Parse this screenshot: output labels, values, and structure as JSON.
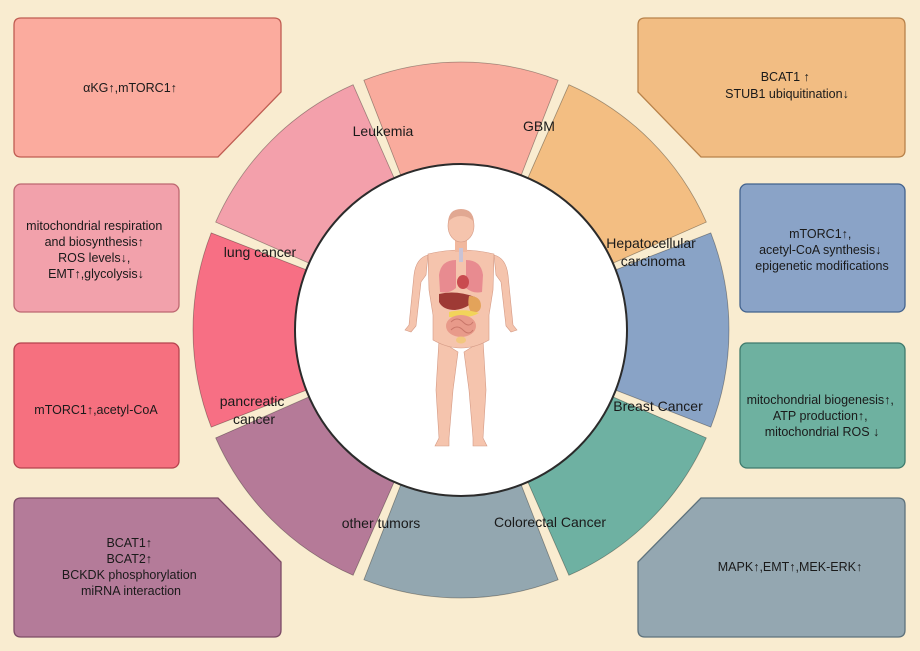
{
  "segments": [
    {
      "id": "leukemia",
      "lines": [
        "Leukemia"
      ],
      "color": "#f9ab9d"
    },
    {
      "id": "gbm",
      "lines": [
        "GBM"
      ],
      "color": "#f3be82"
    },
    {
      "id": "hcc",
      "lines": [
        "Hepatocellular",
        "carcinoma"
      ],
      "color": "#89a3c6"
    },
    {
      "id": "breast",
      "lines": [
        "Breast Cancer"
      ],
      "color": "#6eb1a2"
    },
    {
      "id": "colorectal",
      "lines": [
        "Colorectal Cancer"
      ],
      "color": "#93a7b0"
    },
    {
      "id": "other",
      "lines": [
        "other tumors"
      ],
      "color": "#b57a98"
    },
    {
      "id": "pancreatic",
      "lines": [
        "pancreatic",
        "cancer"
      ],
      "color": "#f76f84"
    },
    {
      "id": "lung",
      "lines": [
        "lung cancer"
      ],
      "color": "#f3a0ab"
    }
  ],
  "boxes": [
    {
      "id": "leukemia",
      "lines": [
        "αKG↑,mTORC1↑"
      ],
      "fill": "#fbab9e",
      "stroke": "#c05d52"
    },
    {
      "id": "gbm",
      "lines": [
        "BCAT1 ↑",
        "STUB1 ubiquitination↓"
      ],
      "fill": "#f2bd83",
      "stroke": "#b8824a"
    },
    {
      "id": "lung",
      "lines": [
        "mitochondrial respiration",
        "and biosynthesis↑",
        "ROS levels↓,",
        "EMT↑,glycolysis↓"
      ],
      "fill": "#f2a1ab",
      "stroke": "#bd6770"
    },
    {
      "id": "hcc",
      "lines": [
        "mTORC1↑,",
        "acetyl-CoA synthesis↓",
        "epigenetic modifications"
      ],
      "fill": "#8aa3c7",
      "stroke": "#42628d"
    },
    {
      "id": "pancreatic",
      "lines": [
        "mTORC1↑,acetyl-CoA"
      ],
      "fill": "#f6707f",
      "stroke": "#b5424e"
    },
    {
      "id": "breast",
      "lines": [
        "mitochondrial biogenesis↑,",
        "ATP production↑,",
        "mitochondrial ROS ↓"
      ],
      "fill": "#6eb1a0",
      "stroke": "#3e7a6c"
    },
    {
      "id": "other",
      "lines": [
        "BCAT1↑",
        "BCAT2↑",
        "BCKDK phosphorylation",
        "miRNA interaction"
      ],
      "fill": "#b47b99",
      "stroke": "#7d4b66"
    },
    {
      "id": "colorectal",
      "lines": [
        "MAPK↑,EMT↑,MEK-ERK↑"
      ],
      "fill": "#94a7b1",
      "stroke": "#5e727c"
    }
  ],
  "colors": {
    "background": "#f9ecd0",
    "center_circle": "#ffffff",
    "separator": "#ffffff",
    "body_skin": "#f5c4ad"
  },
  "icons": [
    "human-body-organs-icon"
  ]
}
